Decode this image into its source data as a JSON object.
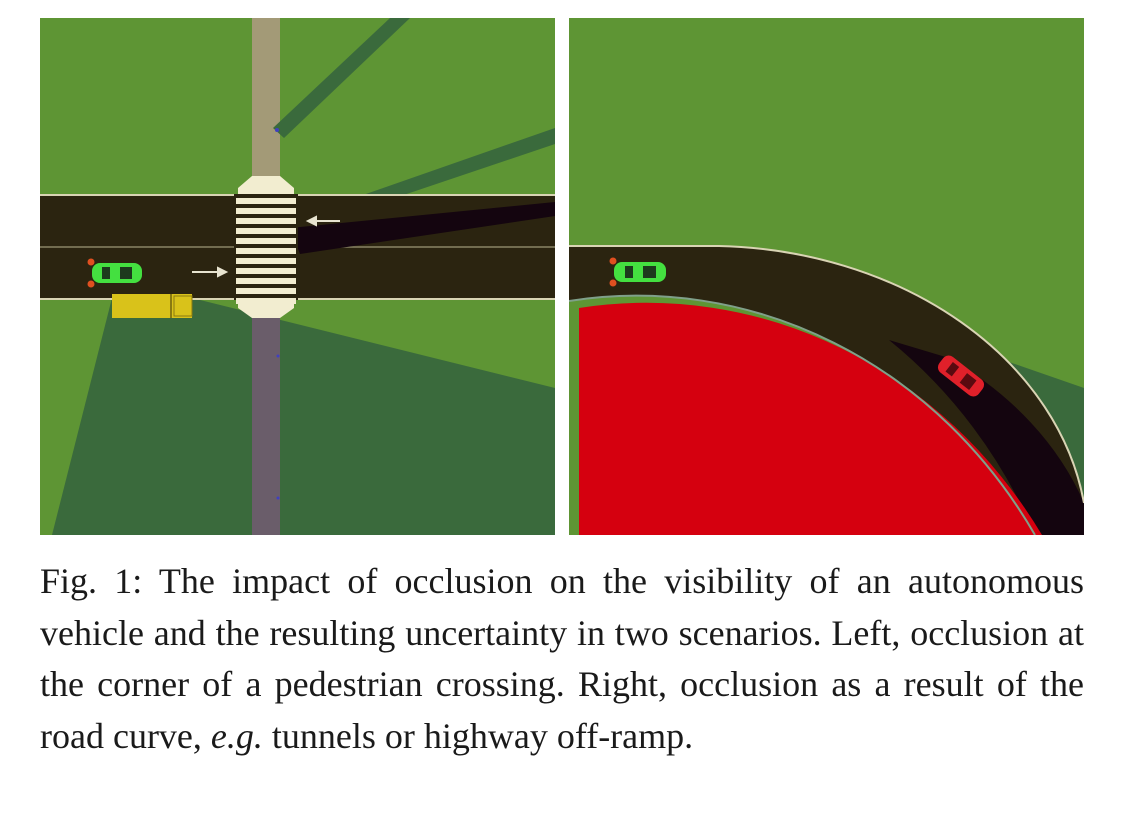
{
  "figure": {
    "caption": {
      "label": "Fig. 1:",
      "text": "The impact of occlusion on the visibility of an autonomous vehicle and the resulting uncertainty in two scenarios. Left, occlusion at the corner of a pedestrian crossing. Right, occlusion as a result of the road curve,",
      "eg": "e.g.",
      "tail": "tunnels or highway off-ramp."
    },
    "colors": {
      "grass": "#5e9534",
      "shadow": "#3a6a3c",
      "road": "#2b2410",
      "road_edge": "#d9d4b4",
      "occluded_road": "#14050f",
      "ego_car": "#44e040",
      "sensor": "#e05020",
      "truck": "#d9c21a",
      "occluder": "#d5000f",
      "other_car": "#e0202a",
      "sidewalk_top": "#a39a77",
      "sidewalk_bottom": "#6a5d6a",
      "crosswalk": "#f2edd0"
    }
  }
}
